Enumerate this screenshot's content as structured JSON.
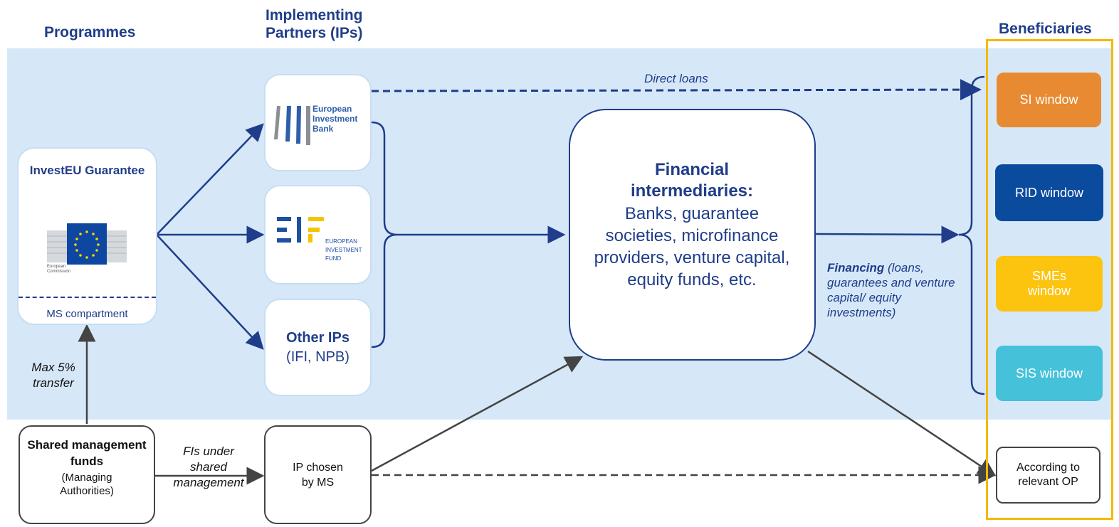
{
  "headers": {
    "programmes": "Programmes",
    "implementing_partners": "Implementing Partners (IPs)",
    "beneficiaries": "Beneficiaries"
  },
  "investeu": {
    "title": "InvestEU Guarantee",
    "logo_caption": "European Commission",
    "ms_compartment": "MS compartment"
  },
  "partners": {
    "eib": {
      "name_line1": "European",
      "name_line2": "Investment",
      "name_line3": "Bank"
    },
    "eif": {
      "name_line1": "EUROPEAN",
      "name_line2": "INVESTMENT",
      "name_line3": "FUND"
    },
    "other": {
      "title": "Other IPs",
      "subtitle": "(IFI, NPB)"
    }
  },
  "intermediaries": {
    "title": "Financial intermediaries:",
    "body": "Banks, guarantee societies, microfinance providers, venture capital, equity funds, etc."
  },
  "labels": {
    "direct_loans": "Direct loans",
    "financing_bold": "Financing",
    "financing_rest": " (loans, guarantees and venture capital/ equity investments)",
    "max_transfer": "Max 5% transfer",
    "fis_shared": "FIs under shared management"
  },
  "windows": [
    {
      "label": "SI window",
      "color": "#e88a32"
    },
    {
      "label": "RID window",
      "color": "#0b4b9e"
    },
    {
      "label": "SMEs window",
      "color": "#fcc30f"
    },
    {
      "label": "SIS window",
      "color": "#45c1da"
    }
  ],
  "shared": {
    "title": "Shared management funds",
    "subtitle": "(Managing Authorities)"
  },
  "ip_chosen": "IP chosen by MS",
  "according": "According to relevant OP",
  "colors": {
    "band": "#d6e8f8",
    "navy": "#1f3d8a",
    "highlight": "#f5b800"
  }
}
